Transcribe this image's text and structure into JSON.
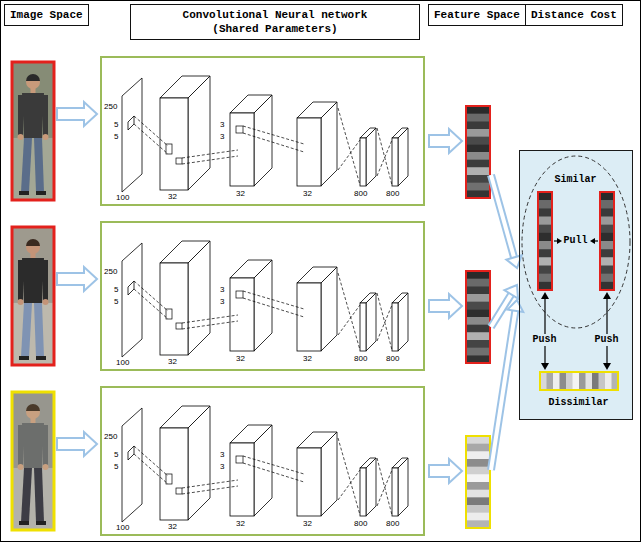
{
  "diagram": {
    "nodes": [
      {
        "text": [
          "Image Space"
        ]
      },
      {
        "text": [
          "Convolutional Neural network (Shared Parameters)"
        ]
      },
      {
        "text": [
          "Feature Space"
        ]
      },
      {
        "text": [
          "Distance Cost"
        ]
      },
      {
        "text": [
          "250",
          "5",
          "5",
          "100",
          "32",
          "3",
          "3",
          "32",
          "32",
          "800",
          "800"
        ]
      },
      {
        "text": [
          "250",
          "5",
          "5",
          "100",
          "32",
          "3",
          "3",
          "32",
          "32",
          "800",
          "800"
        ]
      },
      {
        "text": [
          "250",
          "5",
          "5",
          "100",
          "32",
          "3",
          "3",
          "32",
          "32",
          "800",
          "800"
        ]
      },
      {
        "text": [
          "Similar",
          "Pull",
          "Push",
          "Push",
          "Dissimilar"
        ]
      }
    ]
  }
}
